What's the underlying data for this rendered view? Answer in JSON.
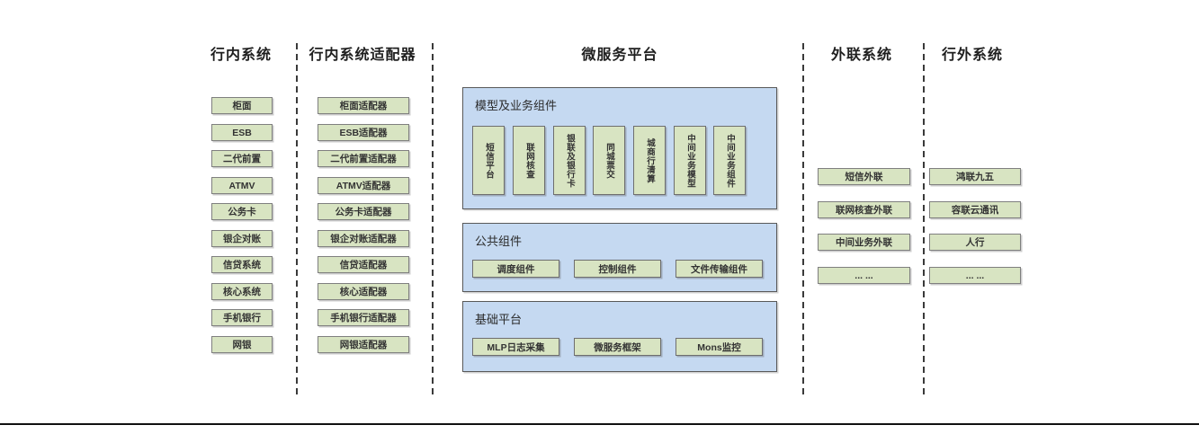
{
  "inbank": {
    "title": "行内系统",
    "items": [
      "柜面",
      "ESB",
      "二代前置",
      "ATMV",
      "公务卡",
      "银企对账",
      "信贷系统",
      "核心系统",
      "手机银行",
      "网银"
    ]
  },
  "adapters": {
    "title": "行内系统适配器",
    "items": [
      "柜面适配器",
      "ESB适配器",
      "二代前置适配器",
      "ATMV适配器",
      "公务卡适配器",
      "银企对账适配器",
      "信贷适配器",
      "核心适配器",
      "手机银行适配器",
      "网银适配器"
    ]
  },
  "platform": {
    "title": "微服务平台",
    "model_section": {
      "label": "模型及业务组件",
      "items": [
        "短信平台",
        "联网核查",
        "银联及银行卡",
        "同城票交",
        "城商行清算",
        "中间业务模型",
        "中间业务组件"
      ]
    },
    "common_section": {
      "label": "公共组件",
      "items": [
        "调度组件",
        "控制组件",
        "文件传输组件"
      ]
    },
    "base_section": {
      "label": "基础平台",
      "items": [
        "MLP日志采集",
        "微服务框架",
        "Mons监控"
      ]
    }
  },
  "external_link": {
    "title": "外联系统",
    "items": [
      "短信外联",
      "联网核查外联",
      "中间业务外联",
      "... ..."
    ]
  },
  "outbank": {
    "title": "行外系统",
    "items": [
      "鸿联九五",
      "容联云通讯",
      "人行",
      "... ..."
    ]
  },
  "colors": {
    "box_fill": "#d8e4c2",
    "box_border": "#7f7f7f",
    "panel_fill": "#c5d9f1",
    "panel_border": "#595959"
  }
}
